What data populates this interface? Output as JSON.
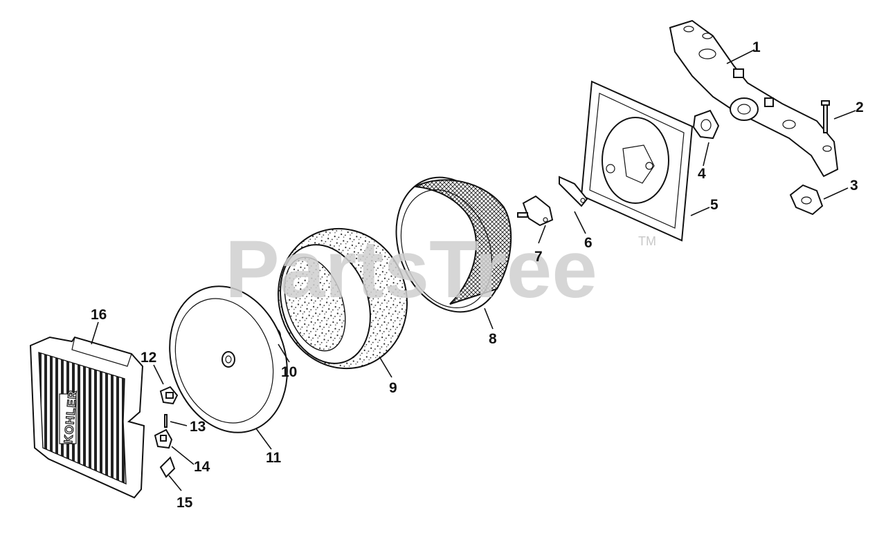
{
  "watermark": {
    "text": "PartsTree",
    "trademark": "TM"
  },
  "brand_marking": "KOHLER",
  "callouts": [
    "1",
    "2",
    "3",
    "4",
    "5",
    "6",
    "7",
    "8",
    "9",
    "10",
    "11",
    "12",
    "13",
    "14",
    "15",
    "16"
  ]
}
